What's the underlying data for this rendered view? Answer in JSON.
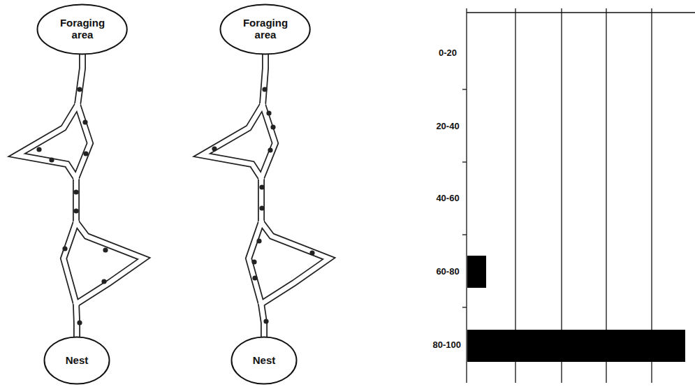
{
  "diagram": {
    "nodes": [
      {
        "text": [
          "Foraging area"
        ]
      },
      {
        "text": [
          "Nest"
        ]
      },
      {
        "text": [
          "Foraging area"
        ]
      },
      {
        "text": [
          "Nest"
        ]
      }
    ],
    "edges": [
      {
        "from": 1,
        "to": 0,
        "arrow": "none"
      },
      {
        "from": 3,
        "to": 2,
        "arrow": "none"
      }
    ],
    "labels": [
      "0-20",
      "20-40",
      "40-60",
      "60-80",
      "80-100"
    ]
  }
}
